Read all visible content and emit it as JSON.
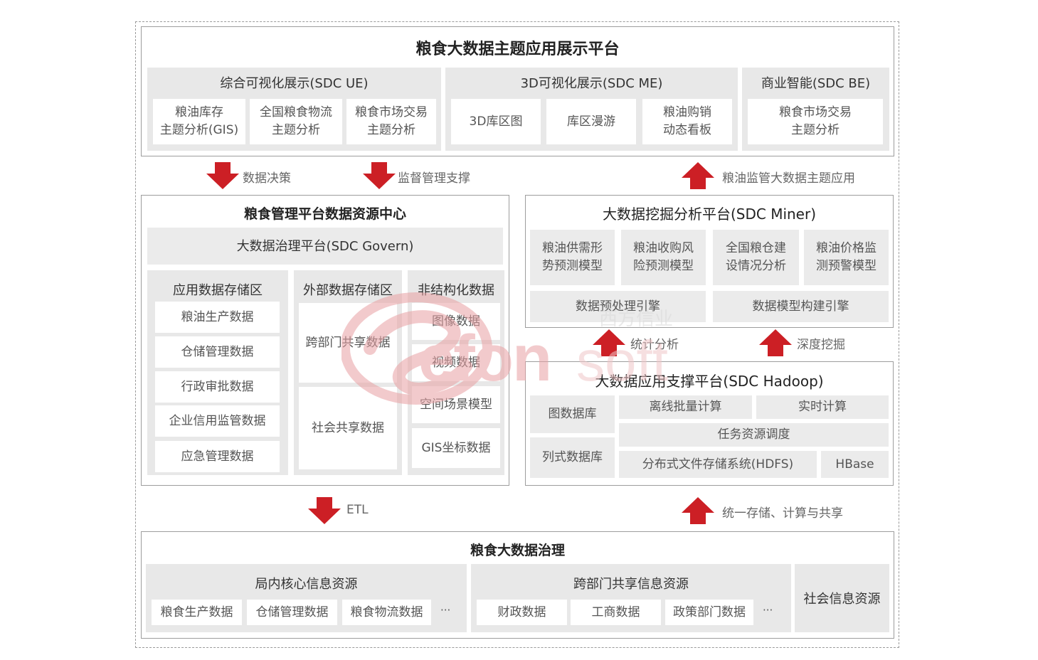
{
  "top": {
    "title": "粮食大数据主题应用展示平台",
    "groups": [
      {
        "title": "综合可视化展示(SDC UE)",
        "items": [
          "粮油库存\n主题分析(GIS)",
          "全国粮食物流\n主题分析",
          "粮食市场交易\n主题分析"
        ]
      },
      {
        "title": "3D可视化展示(SDC ME)",
        "items": [
          "3D库区图",
          "库区漫游",
          "粮油购销\n动态看板"
        ]
      },
      {
        "title": "商业智能(SDC BE)",
        "items": [
          "粮食市场交易\n主题分析"
        ]
      }
    ]
  },
  "arrows": {
    "decision": "数据决策",
    "supervision": "监督管理支撑",
    "theme_app": "粮油监管大数据主题应用",
    "stat": "统计分析",
    "deep_mining": "深度挖掘",
    "etl": "ETL",
    "unified": "统一存储、计算与共享"
  },
  "resource_center": {
    "title": "粮食管理平台数据资源中心",
    "govern": "大数据治理平台(SDC Govern)",
    "app_store": {
      "title": "应用数据存储区",
      "items": [
        "粮油生产数据",
        "仓储管理数据",
        "行政审批数据",
        "企业信用监管数据",
        "应急管理数据"
      ]
    },
    "ext_store": {
      "title": "外部数据存储区",
      "items": [
        "跨部门共享数据",
        "社会共享数据"
      ]
    },
    "unstructured": {
      "title": "非结构化数据",
      "items": [
        "图像数据",
        "视频数据",
        "空间场景模型",
        "GIS坐标数据"
      ]
    }
  },
  "miner": {
    "title": "大数据挖掘分析平台(SDC Miner)",
    "models": [
      "粮油供需形\n势预测模型",
      "粮油收购风\n险预测模型",
      "全国粮仓建\n设情况分析",
      "粮油价格监\n测预警模型"
    ],
    "engines": [
      "数据预处理引擎",
      "数据模型构建引擎"
    ]
  },
  "hadoop": {
    "title": "大数据应用支撑平台(SDC Hadoop)",
    "graph_db": "图数据库",
    "column_db": "列式数据库",
    "offline": "离线批量计算",
    "realtime": "实时计算",
    "scheduling": "任务资源调度",
    "hdfs": "分布式文件存储系统(HDFS)",
    "hbase": "HBase"
  },
  "governance": {
    "title": "粮食大数据治理",
    "internal": {
      "title": "局内核心信息资源",
      "items": [
        "粮食生产数据",
        "仓储管理数据",
        "粮食物流数据"
      ],
      "more": "···"
    },
    "cross": {
      "title": "跨部门共享信息资源",
      "items": [
        "财政数据",
        "工商数据",
        "政策部门数据"
      ],
      "more": "···"
    },
    "social": "社会信息资源"
  },
  "watermark": {
    "brand": "Sefonsoft",
    "cn": "西方信业"
  },
  "colors": {
    "arrow": "#cc1f25",
    "panel": "#e8e8e8",
    "border": "#9d9d9d",
    "watermark": "#e8a0a3"
  }
}
